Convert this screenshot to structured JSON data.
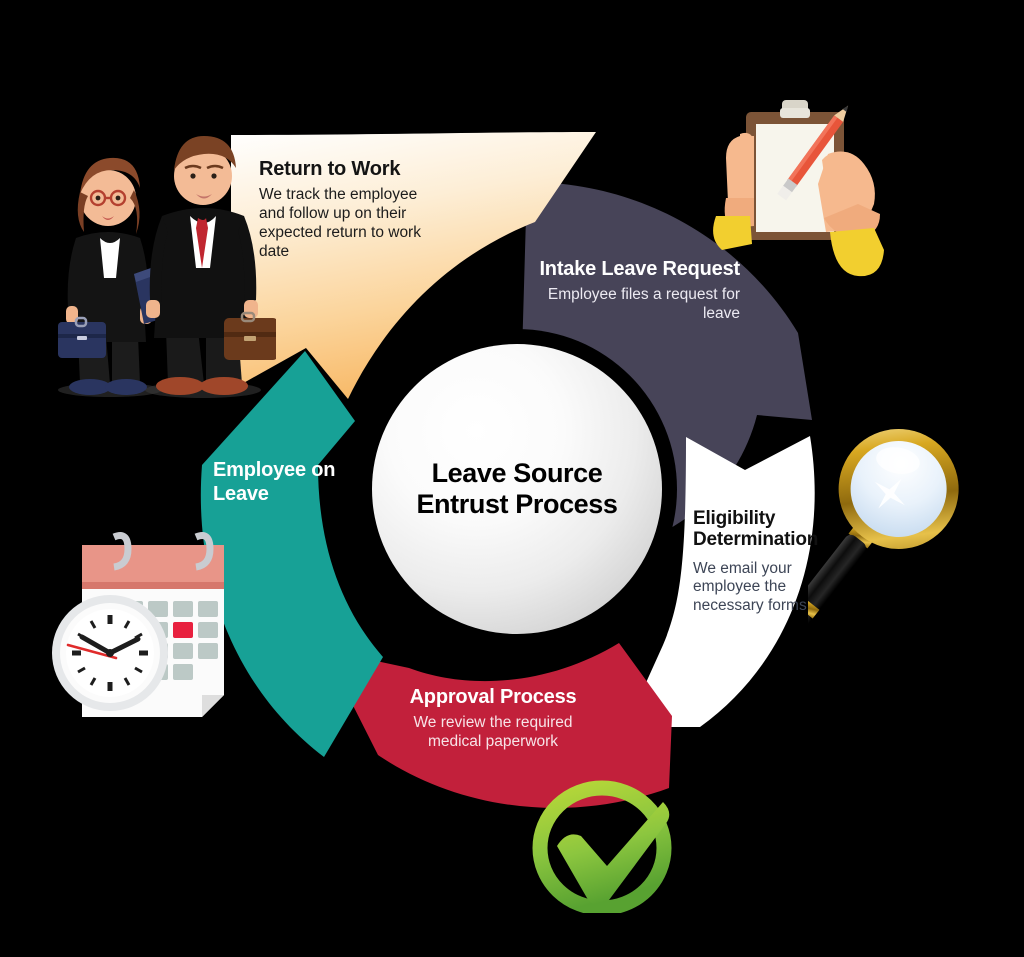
{
  "center": {
    "line1": "Leave Source",
    "line2": "Entrust Process"
  },
  "colors": {
    "background": "#000000",
    "intake": "#474458",
    "eligibility": "#ffffff",
    "approval": "#c2203b",
    "employee_on_leave": "#17a196",
    "return_to_work_top": "#fffdf8",
    "return_to_work_bottom": "#f9bf72",
    "hub": "#f0f0f0",
    "check_green": "#8cc63f"
  },
  "steps": [
    {
      "id": "intake-leave-request",
      "order": 1,
      "title": "Intake Leave Request",
      "body": "Employee files a request for leave",
      "color": "#474458",
      "text_color": "#ffffff",
      "icon": "clipboard-pencil-icon"
    },
    {
      "id": "eligibility-determination",
      "order": 2,
      "title": "Eligibility Determination",
      "body": "We email your employee the necessary forms",
      "color": "#ffffff",
      "text_color": "#111111",
      "icon": "magnifying-glass-icon"
    },
    {
      "id": "approval-process",
      "order": 3,
      "title": "Approval Process",
      "body": "We review the required medical paperwork",
      "color": "#c2203b",
      "text_color": "#ffffff",
      "icon": "green-checkmark-icon"
    },
    {
      "id": "employee-on-leave",
      "order": 4,
      "title": "Employee on Leave",
      "body": "",
      "color": "#17a196",
      "text_color": "#ffffff",
      "icon": "calendar-clock-icon"
    },
    {
      "id": "return-to-work",
      "order": 5,
      "title": "Return to Work",
      "body": "We track the employee and follow up on their expected return to work date",
      "color": "#f9bf72",
      "text_color": "#141414",
      "icon": "business-people-icon"
    }
  ],
  "illustrations": [
    {
      "id": "business-people-icon",
      "label": "Two business professionals with briefcases"
    },
    {
      "id": "clipboard-pencil-icon",
      "label": "Hands holding clipboard and pencil"
    },
    {
      "id": "magnifying-glass-icon",
      "label": "Gold magnifying glass"
    },
    {
      "id": "calendar-clock-icon",
      "label": "Wall calendar with analog clock"
    },
    {
      "id": "green-checkmark-icon",
      "label": "Green circled check mark"
    }
  ]
}
